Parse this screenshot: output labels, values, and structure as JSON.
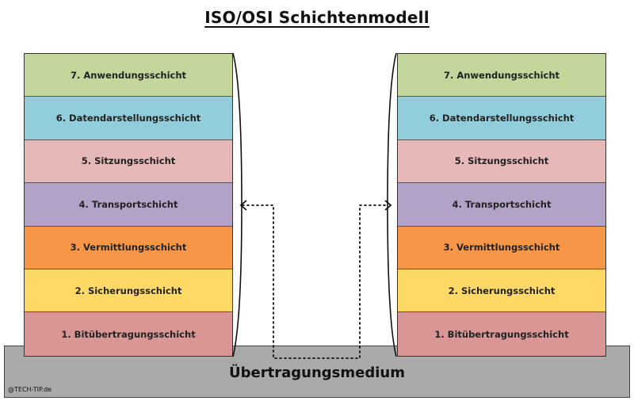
{
  "title": "ISO/OSI Schichtenmodell",
  "medium_label": "Übertragungsmedium",
  "watermark": "@TECH-TIP.de",
  "layers": [
    {
      "label": "7. Anwendungsschicht",
      "color": "#c3d69b"
    },
    {
      "label": "6. Datendarstellungsschicht",
      "color": "#92cddc"
    },
    {
      "label": "5. Sitzungsschicht",
      "color": "#e6b9b8"
    },
    {
      "label": "4. Transportschicht",
      "color": "#b2a2c7"
    },
    {
      "label": "3. Vermittlungsschicht",
      "color": "#f79646"
    },
    {
      "label": "2. Sicherungsschicht",
      "color": "#ffd966"
    },
    {
      "label": "1. Bitübertragungsschicht",
      "color": "#d99694"
    }
  ],
  "colors": {
    "medium": "#aaaaaa",
    "connector": "#111111"
  }
}
